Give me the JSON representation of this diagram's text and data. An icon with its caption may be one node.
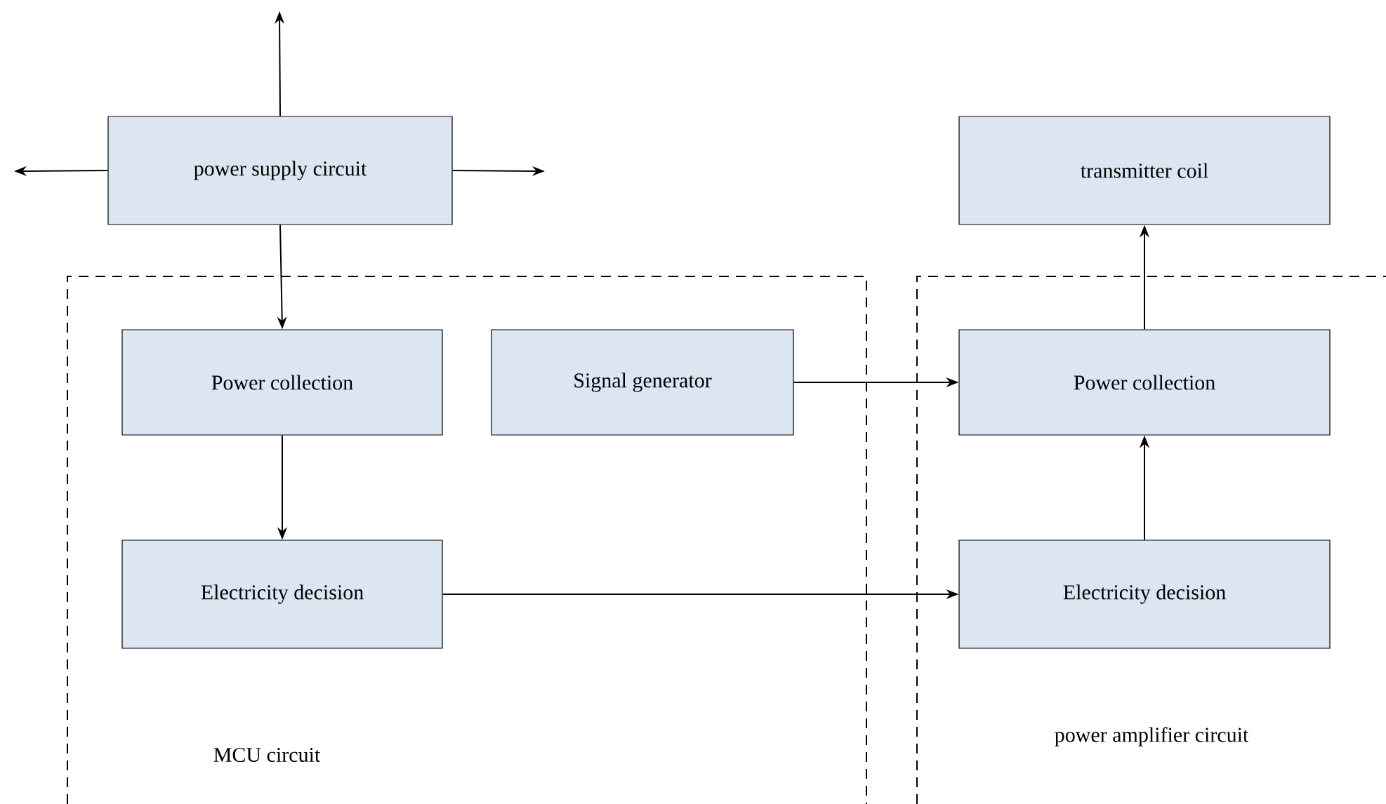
{
  "diagram": {
    "nodes": [
      {
        "text": [
          "MCU circuit"
        ]
      },
      {
        "text": [
          "power amplifier circuit"
        ]
      },
      {
        "text": [
          "power supply circuit"
        ]
      },
      {
        "text": [
          "Power collection"
        ],
        "in": 0
      },
      {
        "text": [
          "Signal generator"
        ],
        "in": 0
      },
      {
        "text": [
          "Electricity decision"
        ],
        "in": 0
      },
      {
        "text": [
          "transmitter coil"
        ]
      },
      {
        "text": [
          "Power collection"
        ],
        "in": 1
      },
      {
        "text": [
          "Electricity decision"
        ],
        "in": 1
      }
    ],
    "edges": [
      {
        "from": 2,
        "to": null,
        "arrow": "to"
      },
      {
        "from": 2,
        "to": null,
        "arrow": "to"
      },
      {
        "from": 2,
        "to": null,
        "arrow": "to"
      },
      {
        "from": 2,
        "to": 3,
        "arrow": "to"
      },
      {
        "from": 3,
        "to": 5,
        "arrow": "to"
      },
      {
        "from": 4,
        "to": 7,
        "arrow": "to"
      },
      {
        "from": 5,
        "to": 8,
        "arrow": "to"
      },
      {
        "from": 8,
        "to": 7,
        "arrow": "to"
      },
      {
        "from": 7,
        "to": 6,
        "arrow": "to"
      }
    ]
  }
}
